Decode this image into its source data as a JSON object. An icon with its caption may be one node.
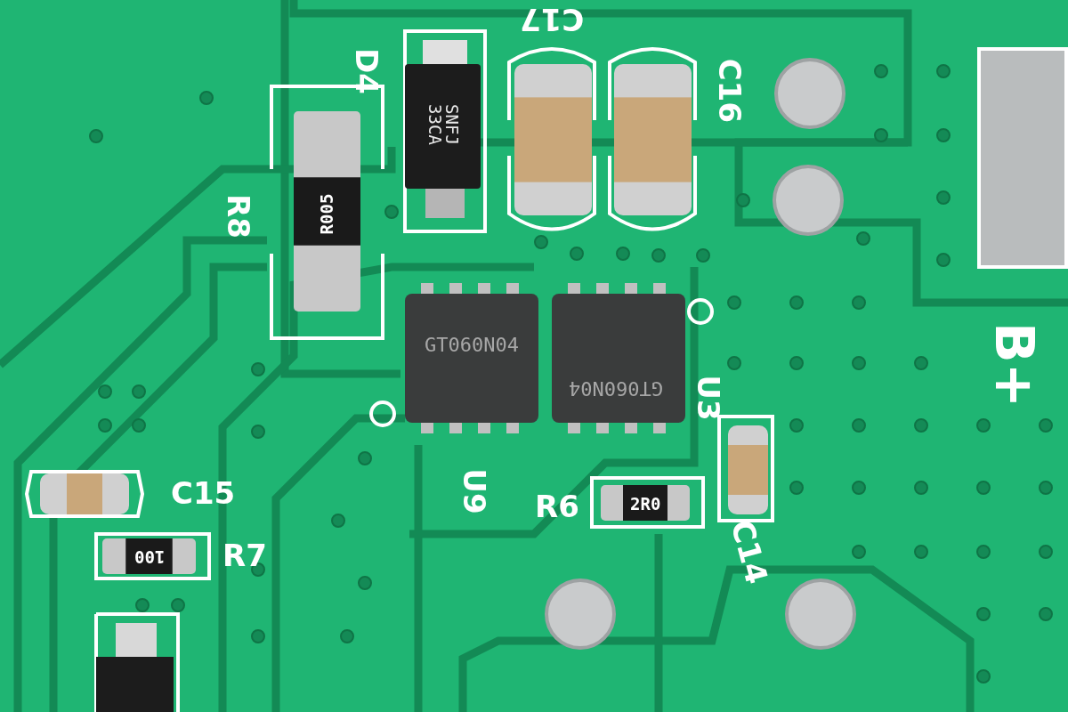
{
  "diagram": {
    "labels": [
      "C17",
      "D4",
      "C16",
      "SNFJ 33CA",
      "R8",
      "R005",
      "GT060N04",
      "B+",
      "GT060N04",
      "U3",
      "U9",
      "C15",
      "R6",
      "2R0",
      "C14",
      "R7",
      "100"
    ]
  }
}
